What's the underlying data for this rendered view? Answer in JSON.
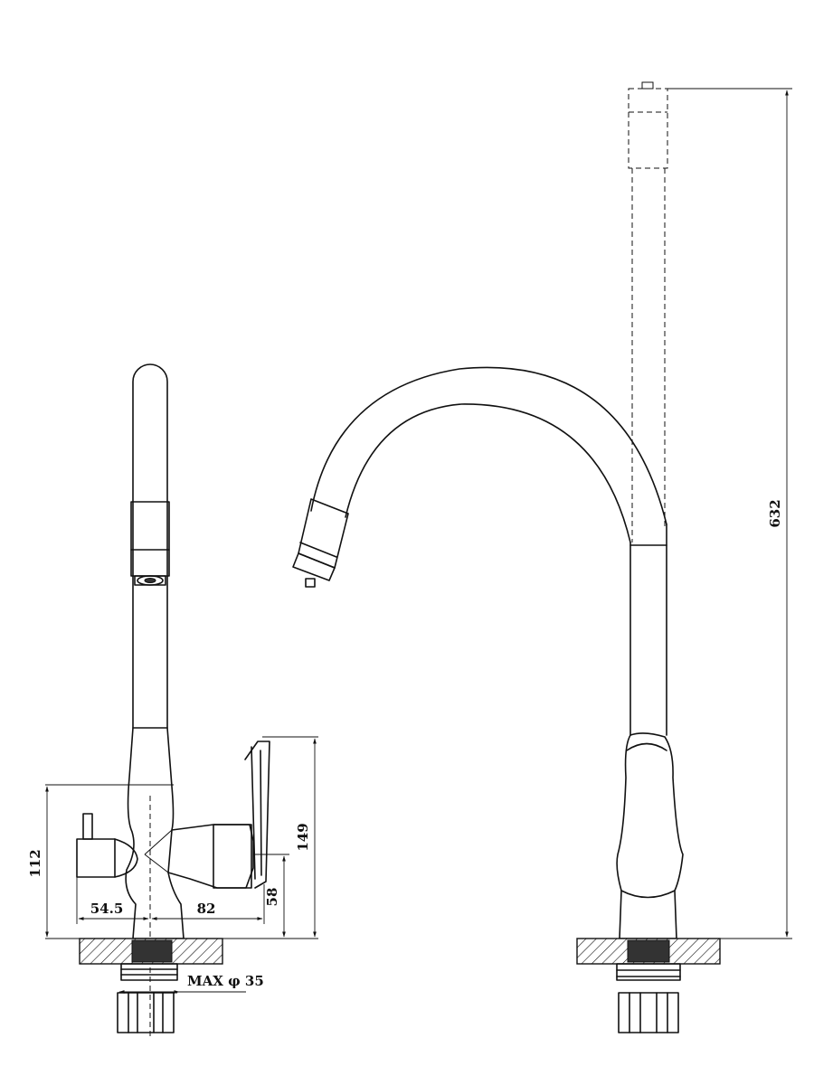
{
  "dimensions": {
    "height_right": "632",
    "height_left": "112",
    "height_handle": "149",
    "height_outlet": "58",
    "width_left": "54.5",
    "width_right": "82",
    "max_hole": "MAX φ 35"
  }
}
